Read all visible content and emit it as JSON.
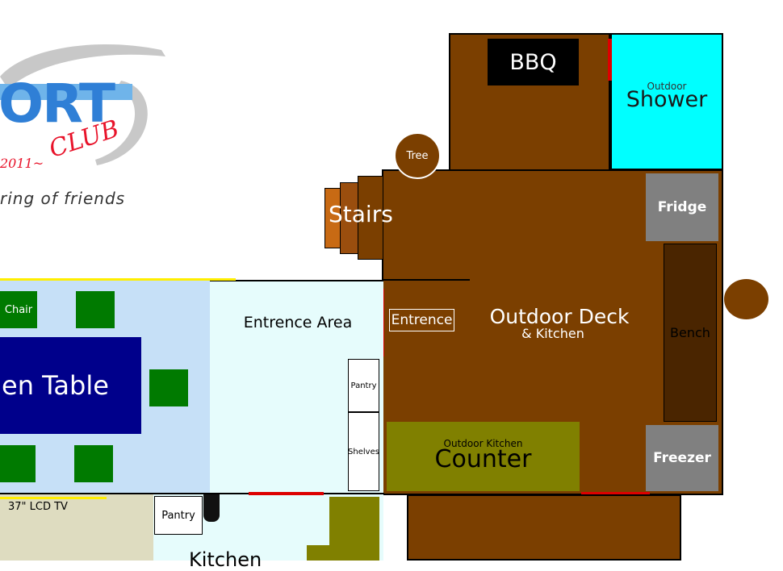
{
  "logo": {
    "wordmark": "ORT",
    "club_text": "CLUB",
    "year_text": "2011~",
    "tagline": "ring of friends"
  },
  "rooms": {
    "bbq": "BBQ",
    "shower_small": "Outdoor",
    "shower_big": "Shower",
    "tree": "Tree",
    "stairs": "Stairs",
    "fridge": "Fridge",
    "freezer": "Freezer",
    "bench": "Bench",
    "deck_title": "Outdoor Deck",
    "deck_sub": "& Kitchen",
    "entrance": "Entrence",
    "entrance_area": "Entrence Area",
    "pantry_small": "Pantry",
    "shelves": "Shelves",
    "counter_small": "Outdoor Kitchen",
    "counter_big": "Counter",
    "chair": "Chair",
    "table": "en Table",
    "tv": "37\" LCD TV",
    "pantry_kitchen": "Pantry",
    "kitchen": "Kitchen"
  },
  "colors": {
    "deck": "#7b3f00",
    "shower": "#00ffff",
    "appliance": "#808080",
    "bench": "#4a2500",
    "counter": "#808000",
    "table": "#00008b",
    "chair": "#007a00",
    "dining_floor": "#c6e0f7",
    "entry_floor": "#e6fcfc",
    "tv_floor": "#dedcc0",
    "door": "#dd0000",
    "stairs_light": "#c86a14"
  }
}
